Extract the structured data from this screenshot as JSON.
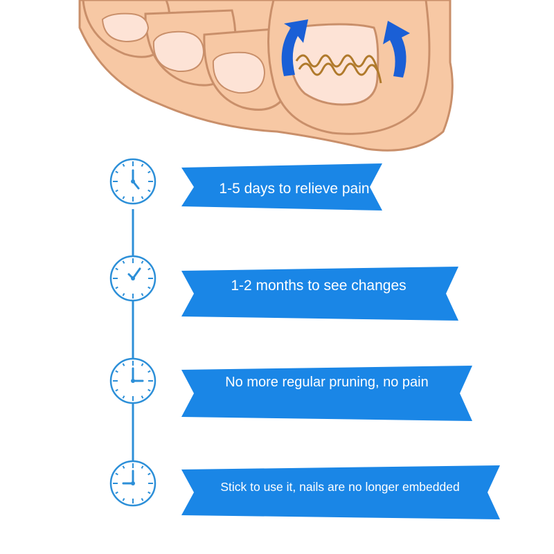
{
  "illustration": {
    "subject": "foot-toes-icon",
    "device": "nail-correction-spring-icon",
    "arrows": "lift-arrow-icon",
    "colors": {
      "skin": "#f7c8a4",
      "skin_outline": "#c98f6a",
      "nail": "#fde3d6",
      "spring": "#b07a2c",
      "arrow": "#1a5fd6"
    }
  },
  "timeline": {
    "colors": {
      "line": "#2c8fd8",
      "clock": "#2c8fd8",
      "banner": "#1a86e6",
      "banner_text": "#ffffff"
    },
    "steps": [
      {
        "label": "1-5 days to relieve pain",
        "clock_icon": "clock-icon"
      },
      {
        "label": "1-2 months to see changes",
        "clock_icon": "clock-icon"
      },
      {
        "label": "No more regular pruning, no pain",
        "clock_icon": "clock-icon"
      },
      {
        "label": "Stick to use it, nails are no longer embedded",
        "clock_icon": "clock-icon"
      }
    ]
  }
}
